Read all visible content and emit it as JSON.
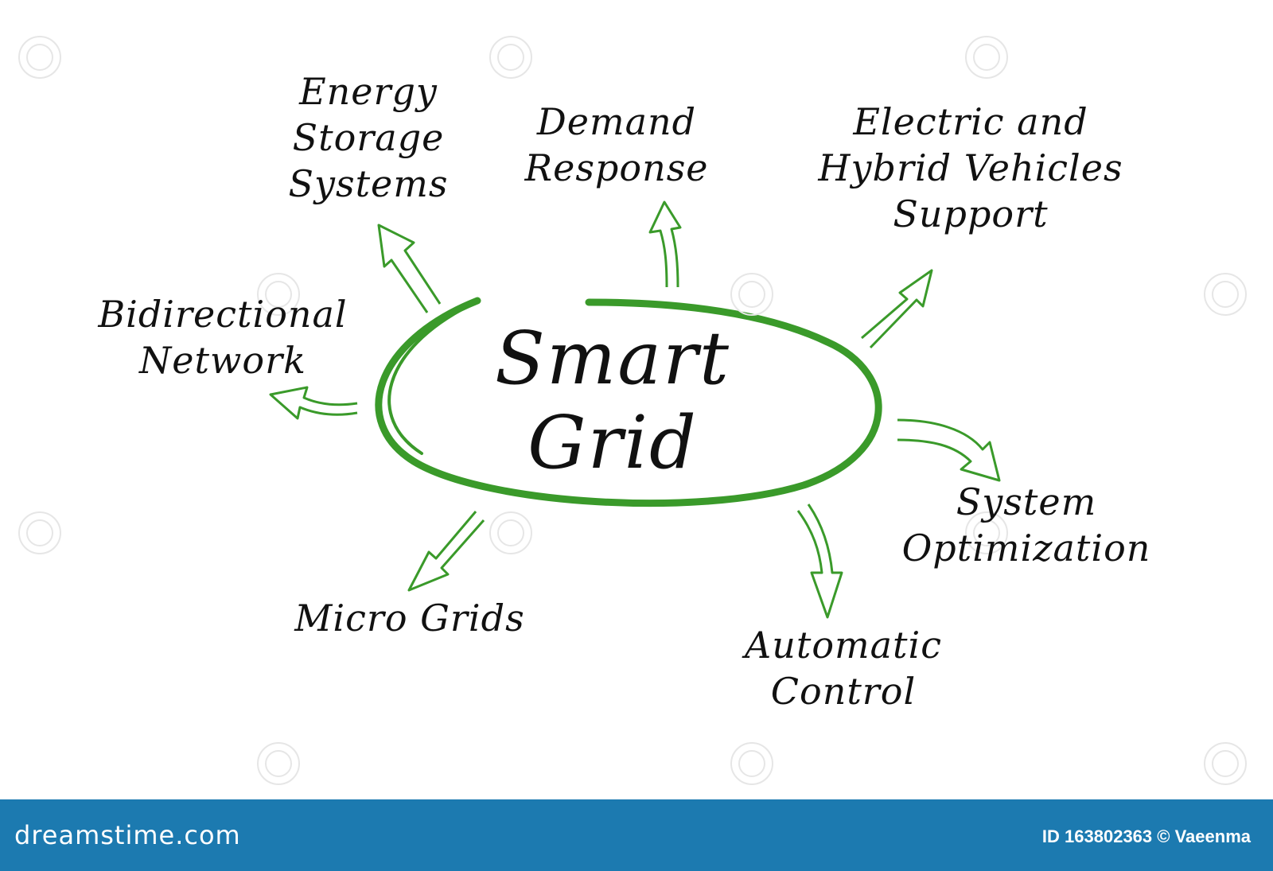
{
  "diagram": {
    "center": {
      "lines": [
        "Smart",
        "Grid"
      ]
    },
    "nodes": {
      "energy_storage": [
        "Energy",
        "Storage",
        "Systems"
      ],
      "demand_response": [
        "Demand",
        "Response"
      ],
      "electric_vehicles": [
        "Electric and",
        "Hybrid Vehicles",
        "Support"
      ],
      "bidirectional": [
        "Bidirectional",
        "Network"
      ],
      "system_optimization": [
        "System",
        "Optimization"
      ],
      "micro_grids": [
        "Micro Grids"
      ],
      "automatic_control": [
        "Automatic",
        "Control"
      ]
    },
    "colors": {
      "accent": "#3a9a2a",
      "text": "#111111",
      "footer": "#1c7ab0"
    }
  },
  "footer": {
    "site": "dreamstime.com",
    "credit": "ID 163802363 © Vaeenma"
  }
}
